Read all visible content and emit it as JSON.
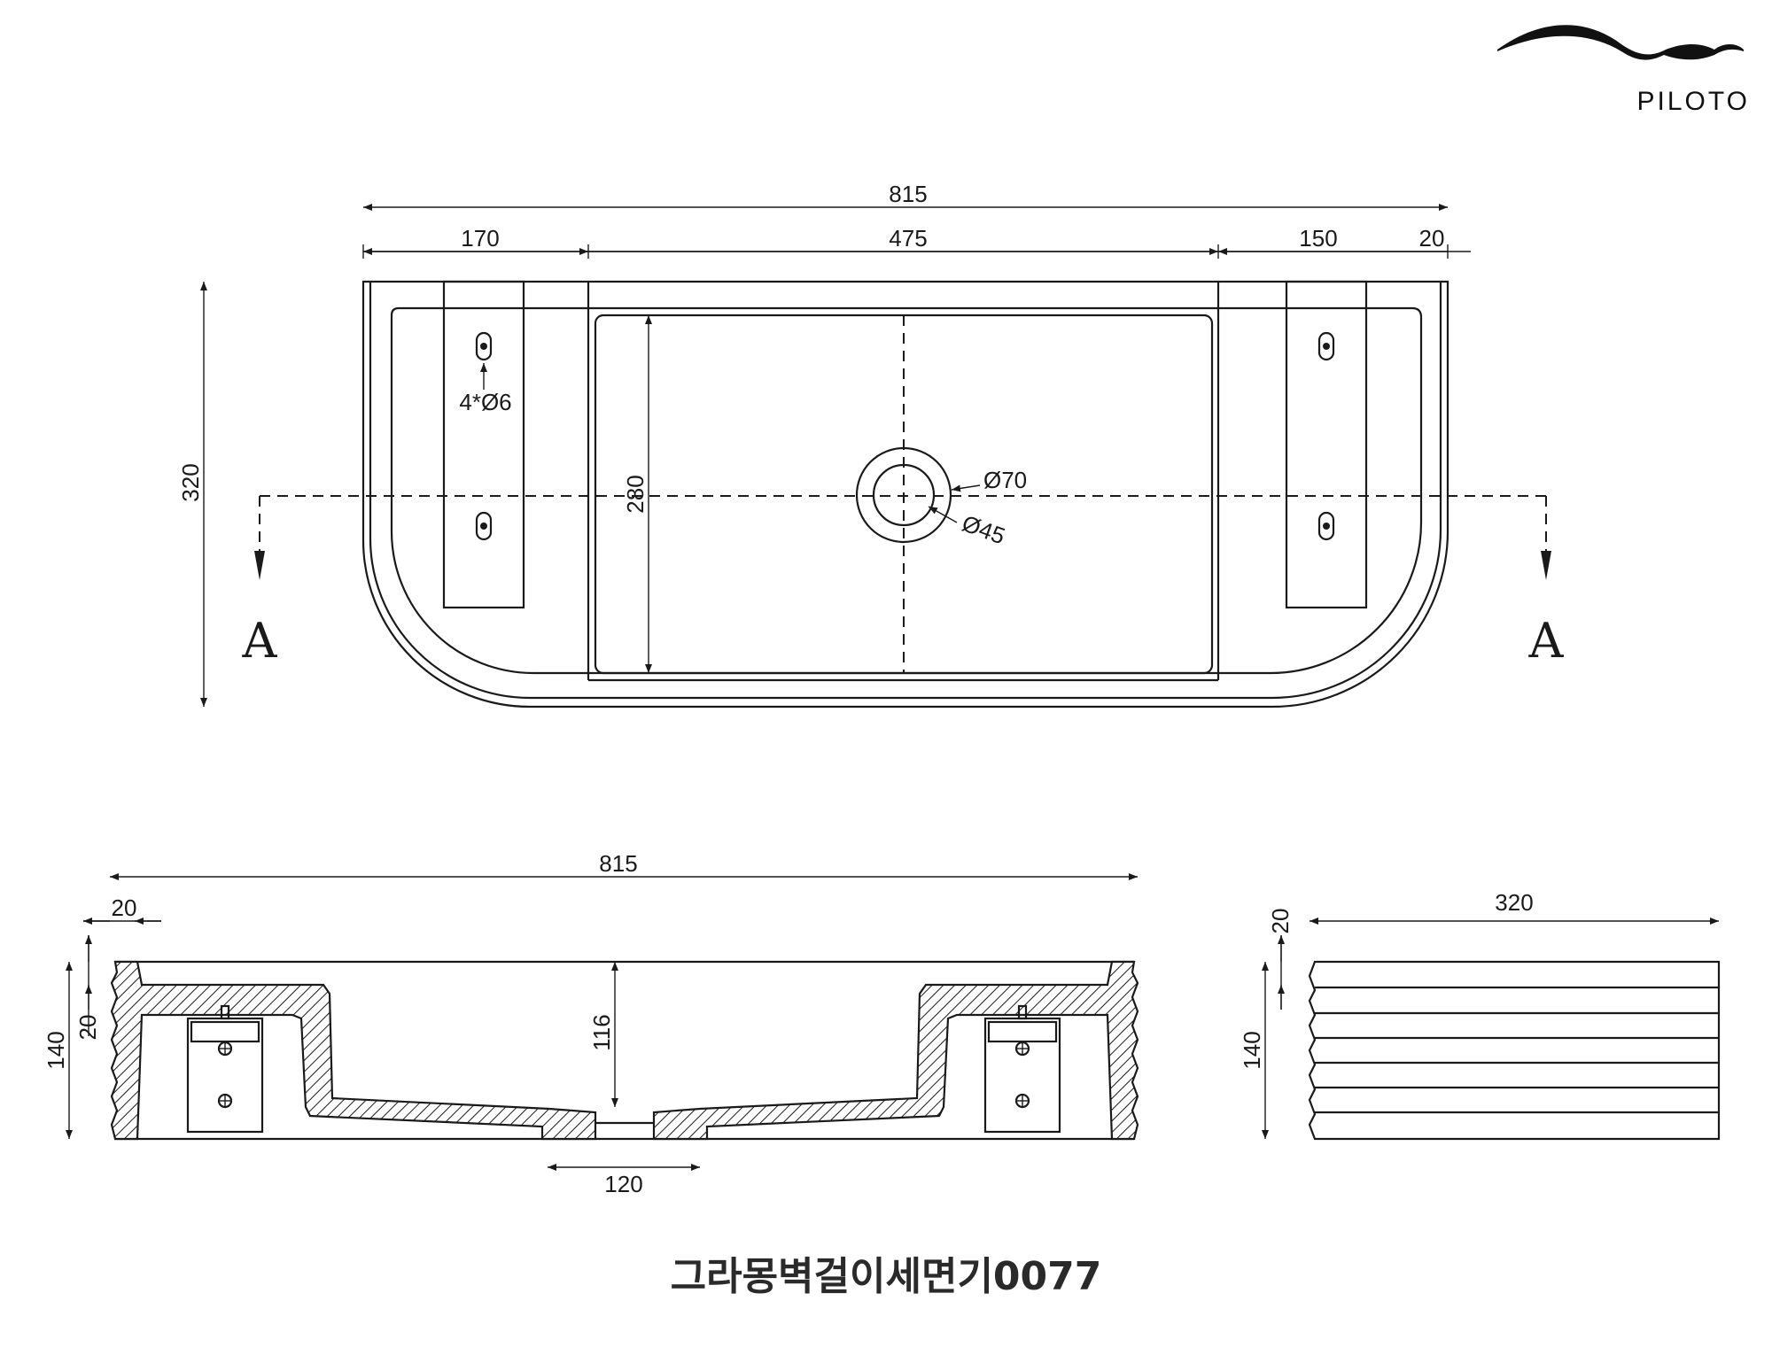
{
  "brand": {
    "name": "PILOTO"
  },
  "caption": "그라몽벽걸이세면기0077",
  "section_marker": "A",
  "top_view": {
    "overall_width": "815",
    "seg_left": "170",
    "seg_basin": "475",
    "seg_right": "150",
    "seg_edge": "20",
    "depth": "320",
    "basin_depth": "280",
    "mount_holes": "4*Ø6",
    "drain_outer": "Ø70",
    "drain_inner": "Ø45"
  },
  "front_section": {
    "overall_width": "815",
    "rim_width": "20",
    "height": "140",
    "rim_height": "20",
    "basin_height": "116",
    "drain_width": "120"
  },
  "side_view": {
    "depth": "320",
    "rim_height": "20",
    "height": "140"
  },
  "colors": {
    "line": "#1a1a1a",
    "background": "#ffffff"
  }
}
